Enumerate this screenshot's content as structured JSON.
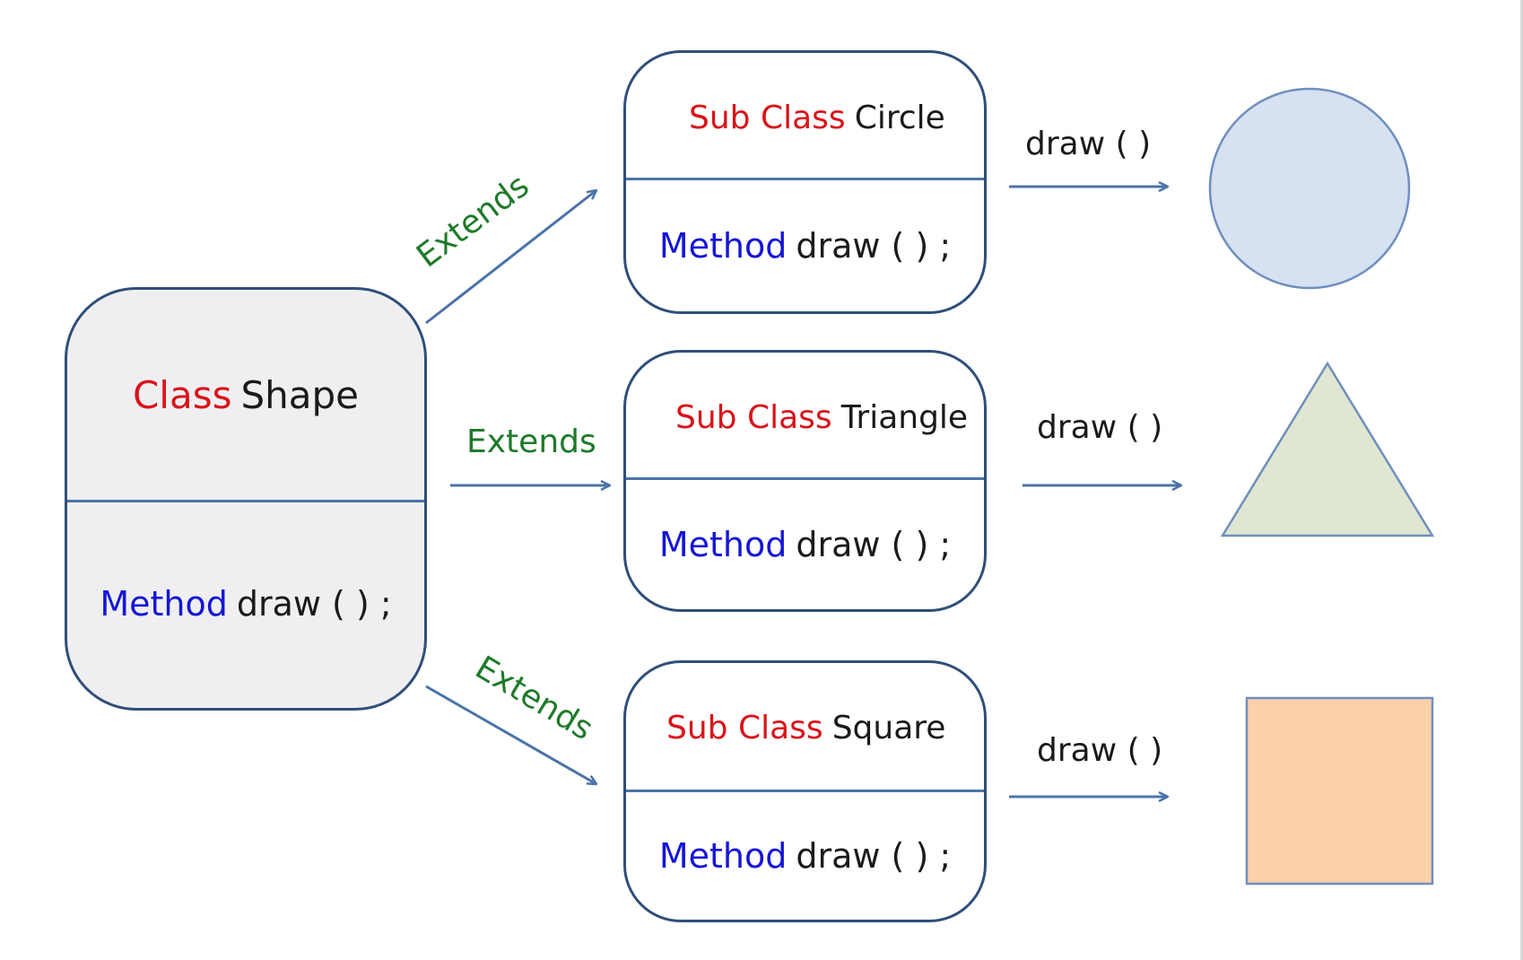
{
  "base_class": {
    "keyword": "Class",
    "name": "Shape",
    "method_keyword": "Method",
    "method_sig": "draw ( ) ;"
  },
  "subclasses": [
    {
      "keyword": "Sub Class",
      "name": "Circle",
      "method_keyword": "Method",
      "method_sig": "draw ( ) ;",
      "relation": "Extends",
      "call": "draw ( )",
      "shape": "circle",
      "fill": "#d6e1f1",
      "stroke": "#6f8fbe"
    },
    {
      "keyword": "Sub Class",
      "name": "Triangle",
      "method_keyword": "Method",
      "method_sig": "draw ( ) ;",
      "relation": "Extends",
      "call": "draw ( )",
      "shape": "triangle",
      "fill": "#dfe6d2",
      "stroke": "#6f8fbe"
    },
    {
      "keyword": "Sub Class",
      "name": "Square",
      "method_keyword": "Method",
      "method_sig": "draw ( ) ;",
      "relation": "Extends",
      "call": "draw ( )",
      "shape": "square",
      "fill": "#fbd0ab",
      "stroke": "#6f8fbe"
    }
  ],
  "colors": {
    "keyword_red": "#d9141b",
    "method_blue": "#1515d6",
    "extends_green": "#1f7a2a",
    "arrow_blue": "#4a74a8",
    "border_navy": "#2f4f79"
  }
}
